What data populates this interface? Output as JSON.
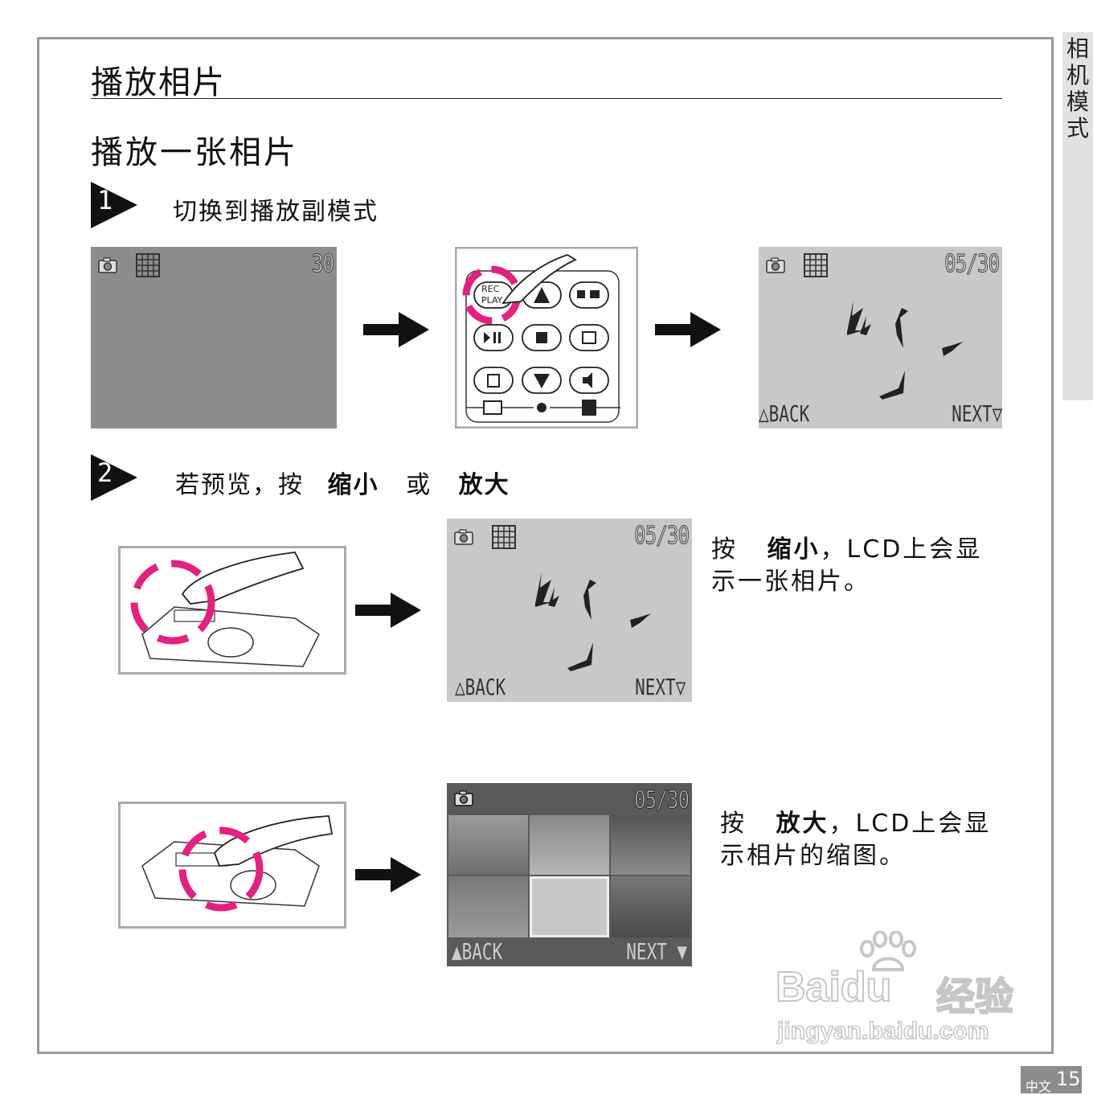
{
  "side_tab": {
    "label": "相机模式"
  },
  "header": {
    "title": "播放相片"
  },
  "section": {
    "title": "播放一张相片"
  },
  "step1": {
    "number": "1",
    "text": "切换到播放副模式"
  },
  "step2": {
    "number": "2",
    "text_prefix": "若预览，按",
    "zoom_out": "缩小",
    "or": "或",
    "zoom_in": "放大"
  },
  "screen_blank": {
    "count": "30"
  },
  "remote": {
    "rec_label": "REC",
    "play_label": "PLAY"
  },
  "screen_single": {
    "count": "05/30",
    "back": "△BACK",
    "next": "NEXT▽"
  },
  "screen_single2": {
    "count": "05/30",
    "back": "△BACK",
    "next": "NEXT▽"
  },
  "screen_thumbs": {
    "count": "05/30",
    "back": "▲BACK",
    "next": "NEXT ▼"
  },
  "desc_zoom_out": {
    "prefix": "按",
    "key": "缩小",
    "rest": "，LCD上会显示一张相片。"
  },
  "desc_zoom_in": {
    "prefix": "按",
    "key": "放大",
    "rest": "，LCD上会显示相片的缩图。"
  },
  "footer": {
    "lang": "中文",
    "page": "15"
  },
  "watermark": {
    "brand": "Bai",
    "brand2": "du",
    "suffix": "经验",
    "url": "jingyan.baidu.com"
  },
  "colors": {
    "accent": "#e5207f",
    "lcd_gray": "#8c8c8c",
    "frame": "#9a9a9a"
  }
}
